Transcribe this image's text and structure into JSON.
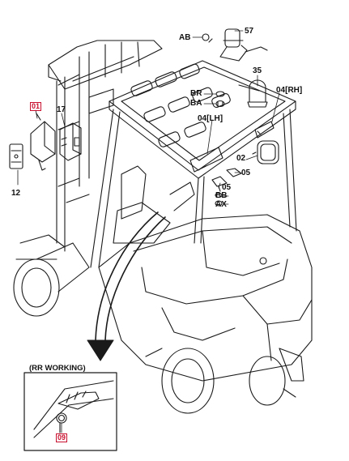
{
  "diagram": {
    "callouts": {
      "ab": "AB",
      "p57": "57",
      "p35": "35",
      "br": "BR",
      "ba": "BA",
      "rh": "04[RH]",
      "lh": "04[LH]",
      "p02": "02",
      "p05a": "05",
      "p05b": "05",
      "bb": "BB",
      "ax": "AX",
      "p12": "12",
      "p17": "17",
      "p01": "01",
      "p09": "09"
    },
    "inset_title": "(RR WORKING)"
  },
  "colors": {
    "highlight": "#c8102e",
    "line": "#1a1a1a"
  }
}
